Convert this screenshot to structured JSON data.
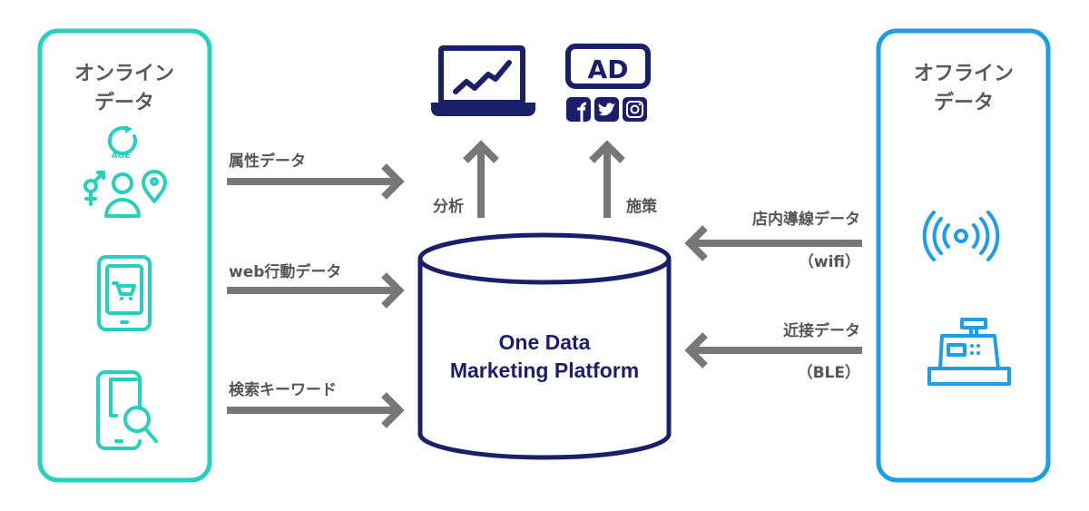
{
  "online": {
    "title_line1": "オンライン",
    "title_line2": "データ",
    "age_label": "AGE"
  },
  "offline": {
    "title_line1": "オフライン",
    "title_line2": "データ"
  },
  "flows": {
    "attribute": "属性データ",
    "web": "web行動データ",
    "search": "検索キーワード",
    "analysis": "分析",
    "measures": "施策",
    "instore": "店内導線データ",
    "wifi": "（wifi）",
    "proximity": "近接データ",
    "ble": "（BLE）"
  },
  "platform": {
    "line1": "One Data",
    "line2": "Marketing Platform"
  },
  "ad": {
    "label": "AD"
  },
  "colors": {
    "online": "#25d0bd",
    "offline": "#1a9fe8",
    "navy": "#1b1f6b",
    "arrow": "#777777"
  }
}
